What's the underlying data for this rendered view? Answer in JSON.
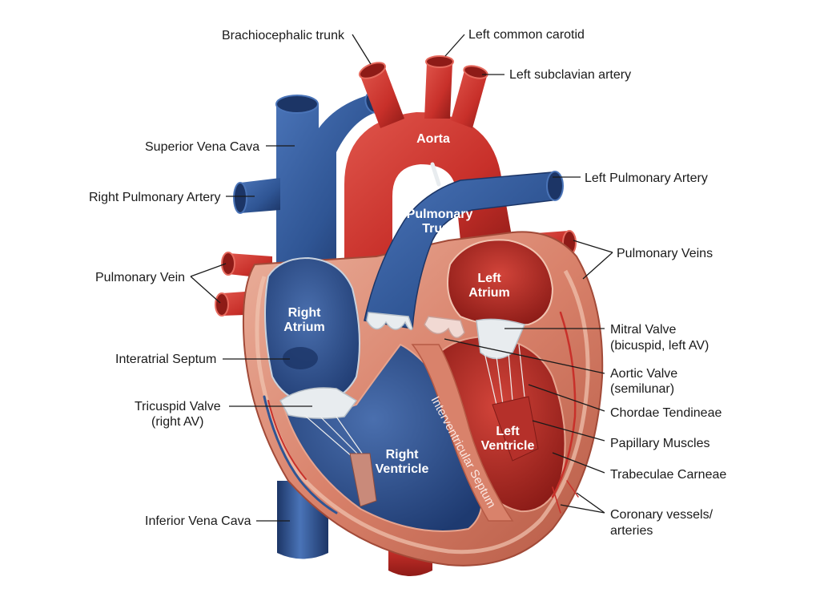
{
  "colors": {
    "oxygenated": "#c8302a",
    "oxygenated_dark": "#8e1b17",
    "deoxygenated": "#2f5594",
    "deoxygenated_dark": "#1c3566",
    "myocardium": "#d9826b",
    "myocardium_light": "#eab09c",
    "valve": "#e8ecef"
  },
  "labels": {
    "brachiocephalic_trunk": "Brachiocephalic trunk",
    "left_common_carotid": "Left common carotid",
    "left_subclavian_artery": "Left subclavian artery",
    "superior_vena_cava": "Superior Vena Cava",
    "right_pulmonary_artery": "Right Pulmonary Artery",
    "left_pulmonary_artery": "Left Pulmonary Artery",
    "pulmonary_vein": "Pulmonary Vein",
    "pulmonary_veins": "Pulmonary Veins",
    "interatrial_septum": "Interatrial Septum",
    "tricuspid_valve_line1": "Tricuspid Valve",
    "tricuspid_valve_line2": "(right AV)",
    "inferior_vena_cava": "Inferior Vena Cava",
    "mitral_valve_line1": "Mitral Valve",
    "mitral_valve_line2": "(bicuspid, left AV)",
    "aortic_valve_line1": "Aortic Valve",
    "aortic_valve_line2": "(semilunar)",
    "chordae_tendineae": "Chordae Tendineae",
    "papillary_muscles": "Papillary Muscles",
    "trabeculae_carneae": "Trabeculae Carneae",
    "coronary_line1": "Coronary vessels/",
    "coronary_line2": "arteries"
  },
  "inner_labels": {
    "aorta": "Aorta",
    "pulmonary_trunk_line1": "Pulmonary",
    "pulmonary_trunk_line2": "Trunk",
    "left_atrium_line1": "Left",
    "left_atrium_line2": "Atrium",
    "right_atrium_line1": "Right",
    "right_atrium_line2": "Atrium",
    "left_ventricle_line1": "Left",
    "left_ventricle_line2": "Ventricle",
    "right_ventricle_line1": "Right",
    "right_ventricle_line2": "Ventricle",
    "interventricular_septum": "Interventricular Septum"
  }
}
